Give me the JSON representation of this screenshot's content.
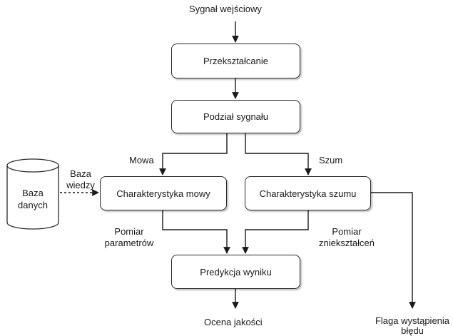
{
  "diagram": {
    "input_label": "Sygnał wejściowy",
    "nodes": {
      "transform": "Przekształcanie",
      "split": "Podział sygnału",
      "speech_char": "Charakterystyka mowy",
      "noise_char": "Charakterystyka szumu",
      "prediction": "Predykcja wyniku"
    },
    "database": {
      "line1": "Baza",
      "line2": "danych"
    },
    "edge_labels": {
      "speech": "Mowa",
      "noise": "Szum",
      "knowledge_1": "Baza",
      "knowledge_2": "wiedzy",
      "params_1": "Pomiar",
      "params_2": "parametrów",
      "distortion_1": "Pomiar",
      "distortion_2": "zniekształceń"
    },
    "outputs": {
      "quality": "Ocena jakości",
      "flag_1": "Flaga wystąpienia",
      "flag_2": "błędu"
    }
  }
}
